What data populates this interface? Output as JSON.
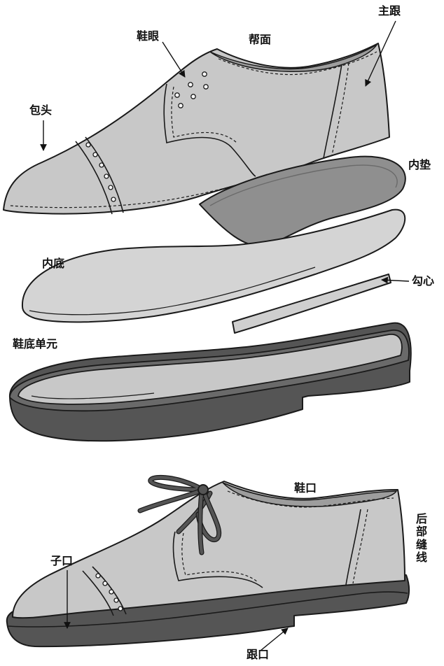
{
  "labels": {
    "baotou": "包头",
    "xieyan": "鞋眼",
    "bangmian": "帮面",
    "zhugen": "主跟",
    "neidian": "内垫",
    "neidi": "内底",
    "gouxin": "勾心",
    "xiedi_danyuan": "鞋底单元",
    "xiekou": "鞋口",
    "houbu_fengxian": [
      "后",
      "部",
      "缝",
      "线"
    ],
    "zikou": "子口",
    "genkou": "跟口"
  },
  "colors": {
    "leather": "#c8c8c8",
    "insole_pad": "#8f8f8f",
    "outsole": "#555555",
    "outline": "#1a1a1a"
  }
}
